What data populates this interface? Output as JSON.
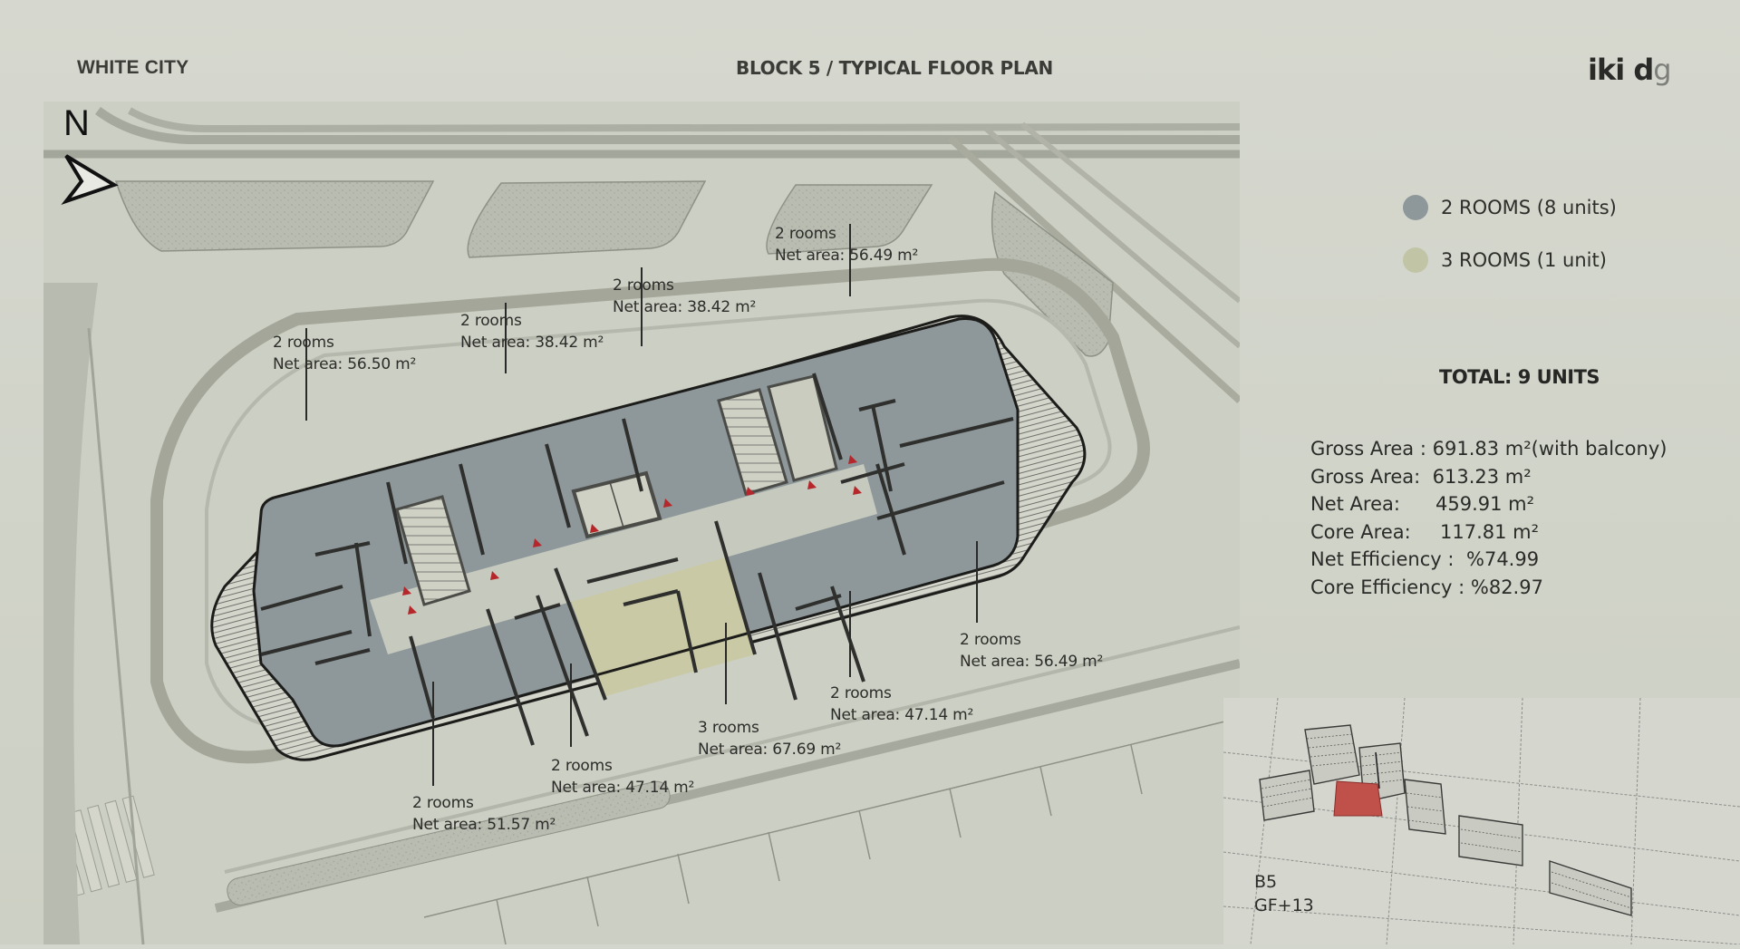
{
  "header": {
    "project": "WHITE CITY",
    "title": "BLOCK 5 / TYPICAL FLOOR PLAN",
    "logo": {
      "main": "iki d",
      "accent": "g"
    }
  },
  "compass": {
    "letter": "N",
    "icon": "north-arrow-icon"
  },
  "units": [
    {
      "id": "u1",
      "rooms": "2 rooms",
      "area": "Net area: 56.50 m²",
      "type": "2_rooms"
    },
    {
      "id": "u2",
      "rooms": "2 rooms",
      "area": "Net area: 38.42 m²",
      "type": "2_rooms"
    },
    {
      "id": "u3",
      "rooms": "2 rooms",
      "area": "Net area: 38.42 m²",
      "type": "2_rooms"
    },
    {
      "id": "u4",
      "rooms": "2 rooms",
      "area": "Net area: 56.49 m²",
      "type": "2_rooms"
    },
    {
      "id": "u5",
      "rooms": "2 rooms",
      "area": "Net area: 56.49 m²",
      "type": "2_rooms"
    },
    {
      "id": "u6",
      "rooms": "2 rooms",
      "area": "Net area: 47.14 m²",
      "type": "2_rooms"
    },
    {
      "id": "u7",
      "rooms": "3 rooms",
      "area": "Net area: 67.69 m²",
      "type": "3_rooms"
    },
    {
      "id": "u8",
      "rooms": "2 rooms",
      "area": "Net area: 47.14 m²",
      "type": "2_rooms"
    },
    {
      "id": "u9",
      "rooms": "2 rooms",
      "area": "Net area: 51.57 m²",
      "type": "2_rooms"
    }
  ],
  "legend": [
    {
      "label": "2 ROOMS (8 units)",
      "color": "#8e989a"
    },
    {
      "label": "3 ROOMS (1 unit)",
      "color": "#c2c4a6"
    }
  ],
  "summary": {
    "total": "TOTAL: 9 UNITS",
    "rows": [
      {
        "key": "Gross Area :",
        "value": "691.83 m²(with balcony)"
      },
      {
        "key": "Gross Area:",
        "value": "613.23 m²"
      },
      {
        "key": "Net Area:",
        "value": "459.91 m²"
      },
      {
        "key": "Core Area:",
        "value": "117.81 m²"
      },
      {
        "key": "Net Efficiency :",
        "value": "%74.99"
      },
      {
        "key": "Core Efficiency :",
        "value": "%82.97"
      }
    ]
  },
  "key_plan": {
    "block": "B5",
    "floors": "GF+13",
    "highlight_color": "#c0504a"
  },
  "colors": {
    "two_room": "#8e989a",
    "three_room": "#c9c9a6",
    "core": "#c6c9bd",
    "walls": "#2f302d",
    "door_marker": "#b5272a"
  }
}
